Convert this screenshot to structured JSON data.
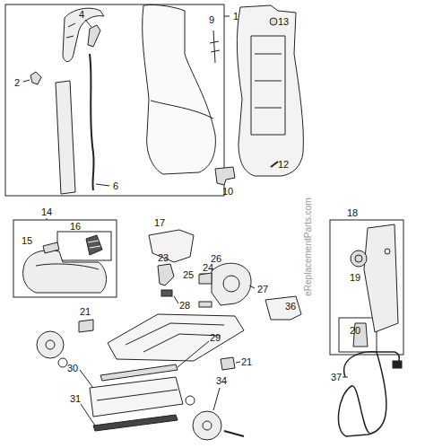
{
  "diagram": {
    "labels": [
      "1",
      "2",
      "4",
      "6",
      "9",
      "10",
      "12",
      "13",
      "eReplacementParts.com",
      "14",
      "15",
      "16",
      "17",
      "18",
      "19",
      "20",
      "21",
      "23",
      "24",
      "25",
      "26",
      "27",
      "28",
      "21",
      "29",
      "30",
      "31",
      "34",
      "36",
      "37"
    ]
  }
}
